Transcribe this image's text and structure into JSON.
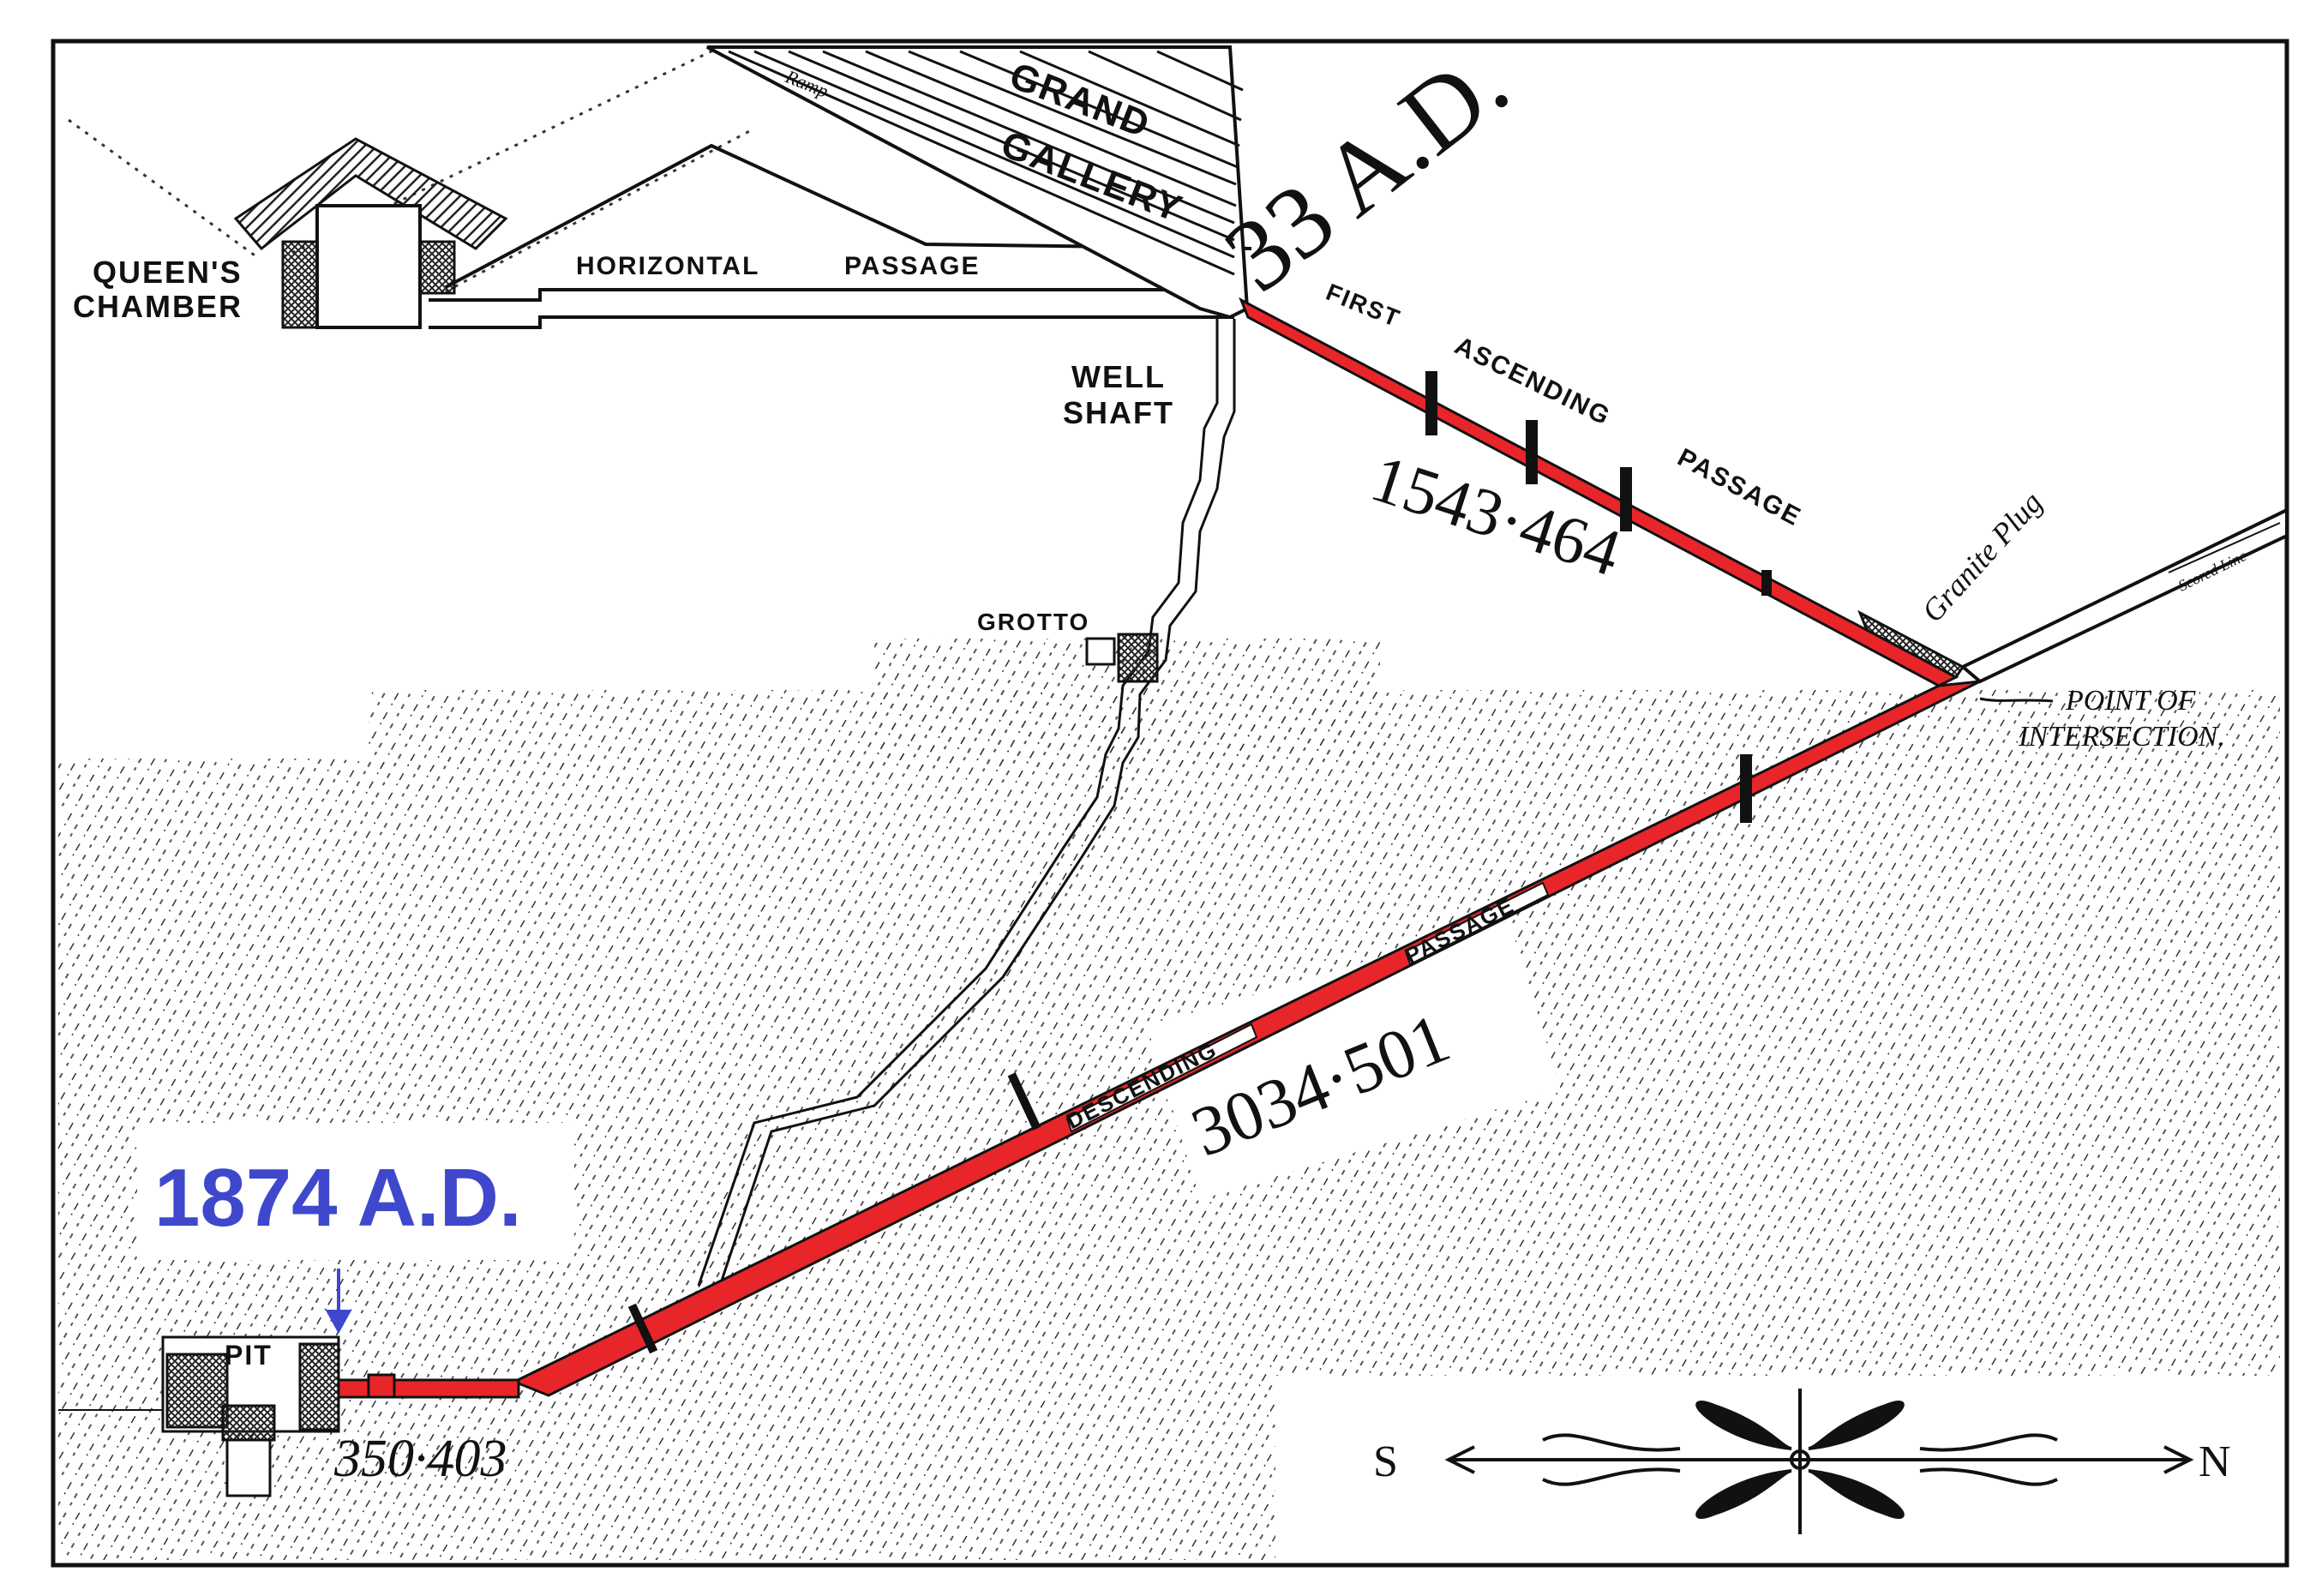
{
  "colors": {
    "passage_highlight": "#e8262a",
    "annotation_blue": "#3f48cc",
    "ink": "#111111",
    "paper": "#ffffff"
  },
  "labels": {
    "queens_chamber_line1": "QUEEN'S",
    "queens_chamber_line2": "CHAMBER",
    "horizontal_passage_a": "HORIZONTAL",
    "horizontal_passage_b": "PASSAGE",
    "grand": "GRAND",
    "gallery": "GALLERY",
    "ramp": "Ramp",
    "date_33": "33 A.D.",
    "first": "FIRST",
    "ascending": "ASCENDING",
    "passage_upper": "PASSAGE",
    "well_shaft_line1": "WELL",
    "well_shaft_line2": "SHAFT",
    "ascending_length": "1543·464",
    "granite_plug": "Granite Plug",
    "scored_line": "Scored Line",
    "point_line1": "POINT OF",
    "point_line2": "INTERSECTION.",
    "grotto": "GROTTO",
    "descending": "DESCENDING",
    "passage_lower": "PASSAGE",
    "descending_length": "3034·501",
    "date_1874": "1874 A.D.",
    "pit": "PIT",
    "pit_length": "350·403",
    "compass_south": "S",
    "compass_north": "N"
  },
  "icons": {
    "arrow": "down-arrow-icon",
    "compass": "compass-rose-icon"
  }
}
